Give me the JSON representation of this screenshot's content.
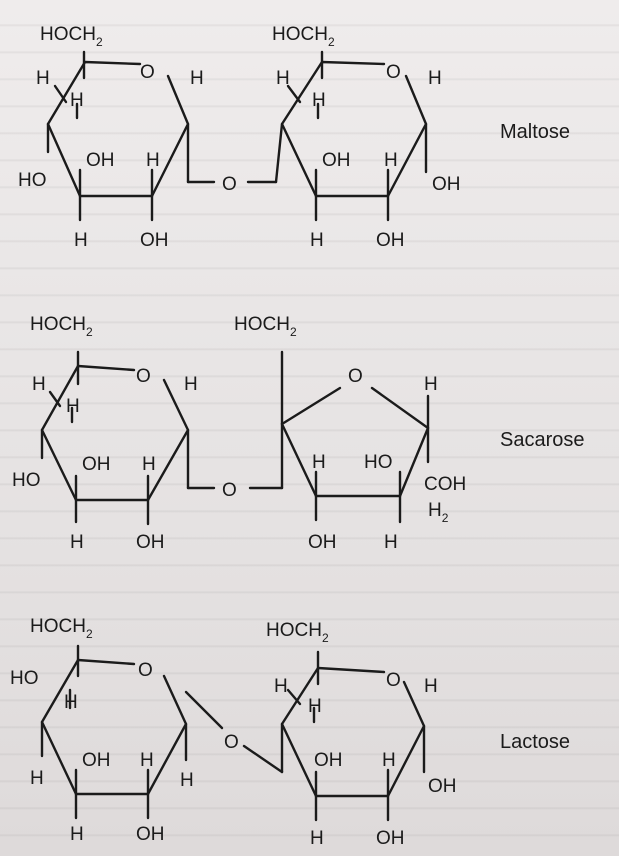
{
  "molecules": [
    {
      "name": "Maltose",
      "unit1": {
        "ch2oh": "HOCH",
        "ch2oh_sub": "2",
        "ring_o": "O",
        "h_tl": "H",
        "h_in": "H",
        "h_tr": "H",
        "ho_left": "HO",
        "oh_mid": "OH",
        "h_mid": "H",
        "h_bottom": "H",
        "oh_bottom": "OH"
      },
      "bridge": "O",
      "unit2": {
        "ch2oh": "HOCH",
        "ch2oh_sub": "2",
        "ring_o": "O",
        "h_tl": "H",
        "h_in": "H",
        "h_tr": "H",
        "oh_mid": "OH",
        "h_mid": "H",
        "oh_right": "OH",
        "h_bottom": "H",
        "oh_bottom": "OH"
      }
    },
    {
      "name": "Sacarose",
      "unit1": {
        "ch2oh": "HOCH",
        "ch2oh_sub": "2",
        "ring_o": "O",
        "h_tl": "H",
        "h_in": "H",
        "h_tr": "H",
        "ho_left": "HO",
        "oh_mid": "OH",
        "h_mid": "H",
        "h_bottom": "H",
        "oh_bottom": "OH"
      },
      "bridge": "O",
      "unit2": {
        "ch2oh": "HOCH",
        "ch2oh_sub": "2",
        "ring_o": "O",
        "h_tr": "H",
        "h_mid": "H",
        "ho_mid": "HO",
        "coh": "COH",
        "coh_h": "H",
        "coh_sub": "2",
        "oh_bottom": "OH",
        "h_bottom": "H"
      }
    },
    {
      "name": "Lactose",
      "unit1": {
        "ch2oh": "HOCH",
        "ch2oh_sub": "2",
        "ring_o": "O",
        "ho_tl": "HO",
        "h_in": "H",
        "oh_mid": "OH",
        "h_mid": "H",
        "h_left": "H",
        "h_right": "H",
        "h_bottom": "H",
        "oh_bottom": "OH"
      },
      "bridge": "O",
      "unit2": {
        "ch2oh": "HOCH",
        "ch2oh_sub": "2",
        "ring_o": "O",
        "h_tl": "H",
        "h_in": "H",
        "h_tr": "H",
        "oh_mid": "OH",
        "h_mid": "H",
        "oh_right": "OH",
        "h_bottom": "H",
        "oh_bottom": "OH"
      }
    }
  ]
}
